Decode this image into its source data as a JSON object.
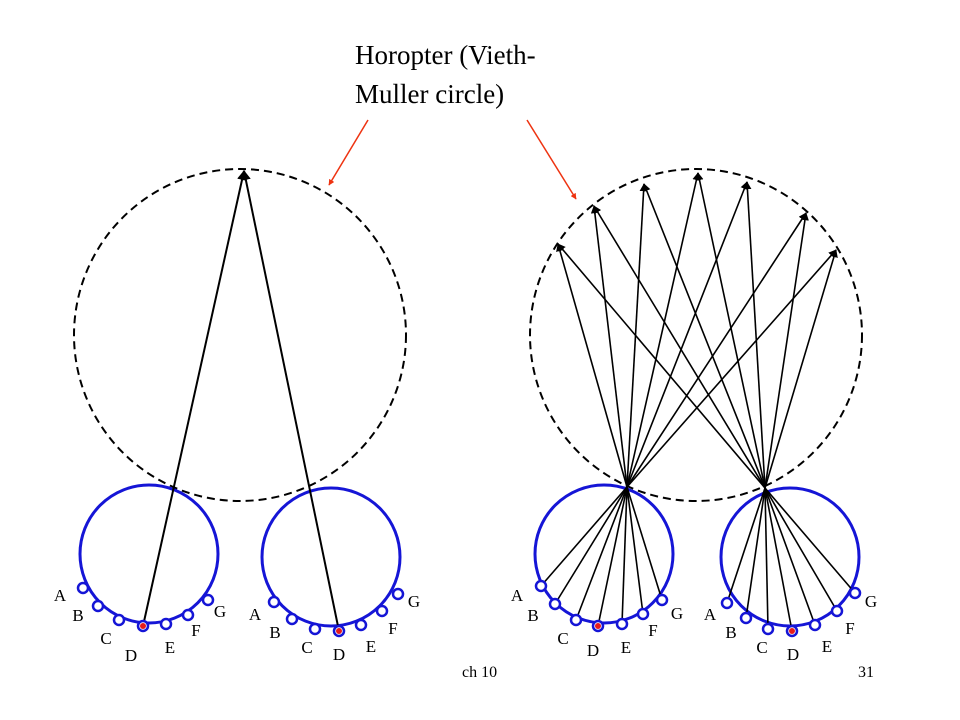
{
  "title": {
    "line1": "Horopter (Vieth-",
    "line2": "Muller circle)"
  },
  "footer": {
    "chapter": "ch 10",
    "page": "31"
  },
  "receptor_labels": [
    "A",
    "B",
    "C",
    "D",
    "E",
    "F",
    "G"
  ],
  "colors": {
    "eye": "#1515d6",
    "pointer": "#ee3311",
    "fovea": "#e61b1b",
    "lines": "#000000"
  }
}
